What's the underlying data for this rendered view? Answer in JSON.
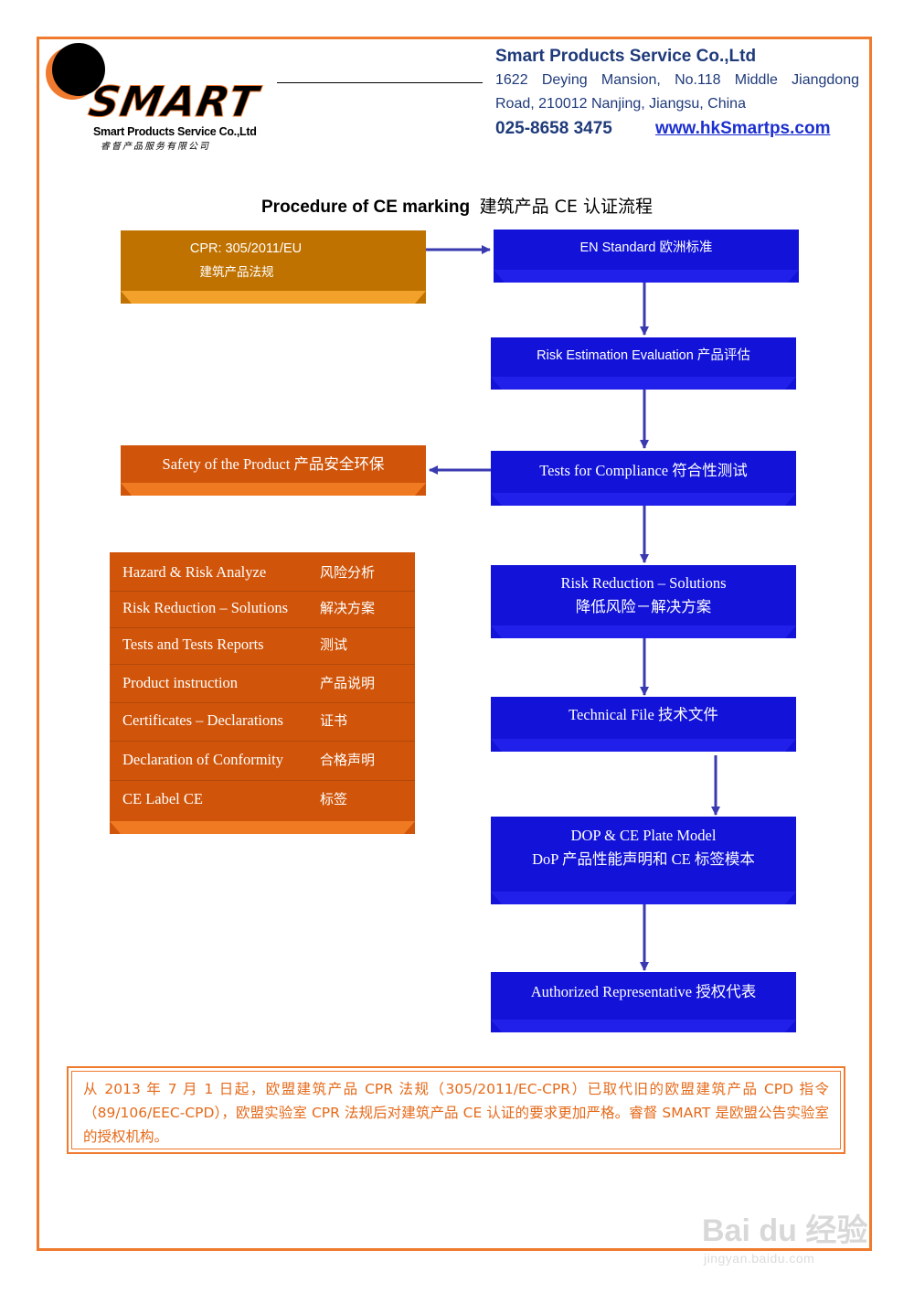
{
  "logo": {
    "wordmark": "SMART",
    "company_en": "Smart Products Service Co.,Ltd",
    "company_cn": "睿督产品服务有限公司"
  },
  "company": {
    "name": "Smart Products Service Co.,Ltd",
    "address_line1": "1622 Deying Mansion, No.118 Middle Jiangdong",
    "address_line2": "Road, 210012 Nanjing, Jiangsu, China",
    "phone": "025-8658 3475",
    "website": "www.hkSmartps.com"
  },
  "title": {
    "en": "Procedure of CE marking",
    "cn": "建筑产品 CE 认证流程"
  },
  "flow": {
    "cpr": {
      "line1": "CPR: 305/2011/EU",
      "line2": "建筑产品法规"
    },
    "en_standard": "EN Standard 欧洲标准",
    "risk_estimation": "Risk Estimation Evaluation 产品评估",
    "tests_compliance": "Tests for Compliance 符合性测试",
    "safety": "Safety of the Product 产品安全环保",
    "risk_reduction": {
      "line1": "Risk Reduction – Solutions",
      "line2": "降低风险－解决方案"
    },
    "technical_file": "Technical File 技术文件",
    "dop": {
      "line1": "DOP & CE Plate Model",
      "line2": "DoP 产品性能声明和 CE 标签模本"
    },
    "authorized_rep": "Authorized Representative 授权代表"
  },
  "documents": [
    {
      "en": "Hazard & Risk Analyze",
      "cn": "风险分析"
    },
    {
      "en": "Risk Reduction – Solutions",
      "cn": "解决方案"
    },
    {
      "en": "Tests and Tests Reports",
      "cn": "测试"
    },
    {
      "en": "Product instruction",
      "cn": "产品说明"
    },
    {
      "en": "Certificates – Declarations",
      "cn": "证书"
    },
    {
      "en": "Declaration of Conformity",
      "cn": "合格声明"
    },
    {
      "en": "CE Label CE",
      "cn": "标签"
    }
  ],
  "note": "从 2013 年 7 月 1 日起，欧盟建筑产品 CPR 法规（305/2011/EC-CPR）已取代旧的欧盟建筑产品 CPD 指令（89/106/EEC-CPD），欧盟实验室 CPR 法规后对建筑产品 CE 认证的要求更加严格。睿督 SMART 是欧盟公告实验室的授权机构。",
  "watermark": {
    "main": "Bai du 经验",
    "sub": "jingyan.baidu.com"
  },
  "colors": {
    "frame": "#f07a2e",
    "blue_box": "#1212d8",
    "orange_box": "#d0550a",
    "gold_box": "#c07200",
    "arrow": "#3a3ab0",
    "header_text": "#1f3a7a",
    "note_text": "#e56a1a"
  }
}
